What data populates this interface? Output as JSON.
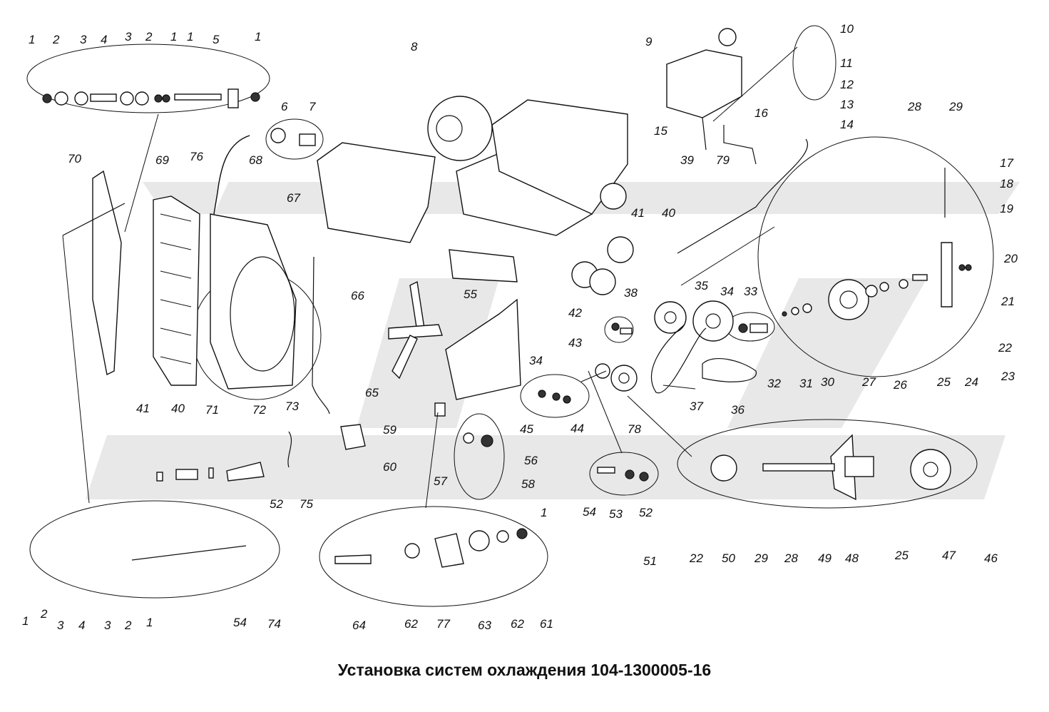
{
  "title": "Установка систем охлаждения 104-1300005-16",
  "labels": [
    "1",
    "2",
    "3",
    "4",
    "5",
    "6",
    "7",
    "8",
    "9",
    "10",
    "11",
    "12",
    "13",
    "14",
    "15",
    "16",
    "17",
    "18",
    "19",
    "20",
    "21",
    "22",
    "23",
    "24",
    "25",
    "26",
    "27",
    "28",
    "29",
    "30",
    "31",
    "32",
    "33",
    "34",
    "35",
    "36",
    "37",
    "38",
    "39",
    "40",
    "41",
    "42",
    "43",
    "44",
    "45",
    "46",
    "47",
    "48",
    "49",
    "50",
    "51",
    "52",
    "53",
    "54",
    "55",
    "56",
    "57",
    "58",
    "59",
    "60",
    "61",
    "62",
    "63",
    "64",
    "65",
    "66",
    "67",
    "68",
    "69",
    "70",
    "71",
    "72",
    "73",
    "74",
    "75",
    "76",
    "77",
    "78",
    "79"
  ]
}
